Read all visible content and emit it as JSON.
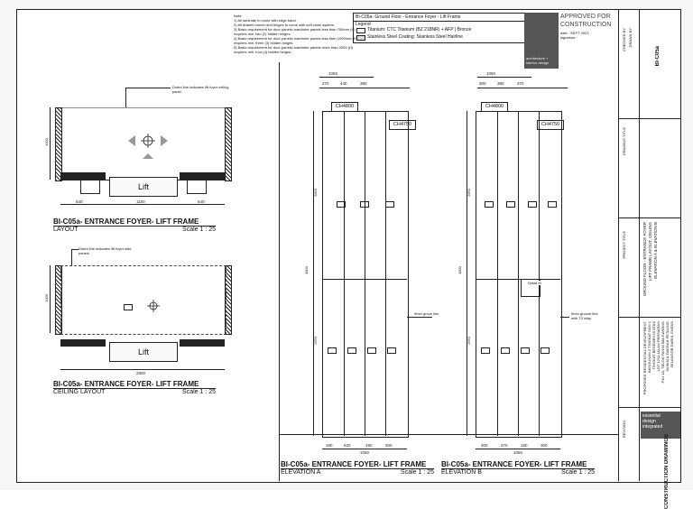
{
  "notes": {
    "heading": "Note:",
    "items": [
      "1) All laminate to come with edge band.",
      "2) All drawer runner and hinges to come with soft close system.",
      "3) Basic requirement for door panels/ wardrobe panels less than 700mm (H) requires min. two (2) hidden hinges.",
      "4) Basic requirement for door panels/ wardrobe panels less than 1000mm (H) requires min. three (3) hidden hinges.",
      "5) Basic requirement for door panels/ wardrobe panels more than 2000 (H) requires min. four (4) hidden hinges."
    ]
  },
  "legend": {
    "sheet_title": "BI-C05a- Ground Floor - Entrance Foyer - Lift Frame",
    "label": "Legend",
    "items": [
      "Titanium: CTC Titanium (BZ 218NR) + AFP | Bronze",
      "Stainless Steel Coating: Stainless Steel Hairline"
    ]
  },
  "stamp": {
    "status": "APPROVED FOR CONSTRUCTION",
    "date": "date : SEPT 2023",
    "signature": "signature :",
    "firm": "architecture + interior design"
  },
  "drawings": {
    "layout": {
      "title": "BI-C05a- ENTRANCE FOYER- LIFT FRAME",
      "subtitle": "LAYOUT",
      "scale": "Scale 1 : 25",
      "callout": "Doted line indicates lift foyer ceiling panel",
      "center_label": "Lift",
      "dims": [
        "640",
        "1100",
        "640"
      ],
      "side_dim": "1000"
    },
    "ceiling": {
      "title": "BI-C05a- ENTRANCE FOYER- LIFT FRAME",
      "subtitle": "CEILING LAYOUT",
      "scale": "Scale 1 : 25",
      "callout": "Doted line indicates lift foyer side panels",
      "center_label": "Lift",
      "bottom_dim": "2800",
      "side_dim": "1000"
    },
    "elev_a": {
      "title": "BI-C05a- ENTRANCE FOYER- LIFT FRAME",
      "subtitle": "ELEVATION A",
      "scale": "Scale 1 : 25",
      "top_total": "1050",
      "top_dims": [
        "270",
        "440",
        "380"
      ],
      "ch_left": "CH4800",
      "ch_right": "CH4750",
      "groove_note": "5mm grove line",
      "heights": [
        "4800",
        "2850",
        "2650"
      ],
      "bottom_dims": [
        "180",
        "520",
        "150",
        "300"
      ],
      "bottom_total": "1050"
    },
    "elev_b": {
      "title": "BI-C05a- ENTRANCE FOYER- LIFT FRAME",
      "subtitle": "ELEVATION B",
      "scale": "Scale 1 : 25",
      "top_total": "1050",
      "top_dims": [
        "300",
        "380",
        "370"
      ],
      "ch_left": "CH4800",
      "ch_right": "CH4750",
      "groove_note": "5mm groove line with T3 inlay",
      "detail_tag": "Detail M",
      "heights": [
        "4800",
        "2850",
        "2650"
      ],
      "bottom_dims": [
        "300",
        "370",
        "150",
        "300"
      ],
      "bottom_total": "1050"
    }
  },
  "title_block": {
    "drawing_type": "CONSTRUCTION DRAWINGS",
    "brand_lines": [
      "essential",
      "design",
      "integrated"
    ],
    "project_title": "PROJECT TITLE",
    "project_lines": [
      "PROPOSED RESIDENTIAL DEVELOPMENT",
      "BANGUNAN 2 TINGKAT DAN 1",
      "TINGKAT BESEMEN DI ATAS",
      "LOT 1234 JALAN PERSIARAN",
      "PJU 1A, TELOK PANGLIMA GARANG",
      "MUKIM & DAERAH PETALING",
      "SELANGOR DARUL EHSAN"
    ],
    "drawing_title": "DRAWING TITLE",
    "drawing_lines": [
      "GROUND FLOOR - ENTRANCE FOYER",
      "LIFT FRAME LAYOUT, CEILING",
      "ELEVATION A & ELEVATION B"
    ],
    "checked": "CHECKED BY",
    "drawn": "DRAWN BY",
    "sheet": "BI-C05a",
    "revision": "REVISION"
  }
}
